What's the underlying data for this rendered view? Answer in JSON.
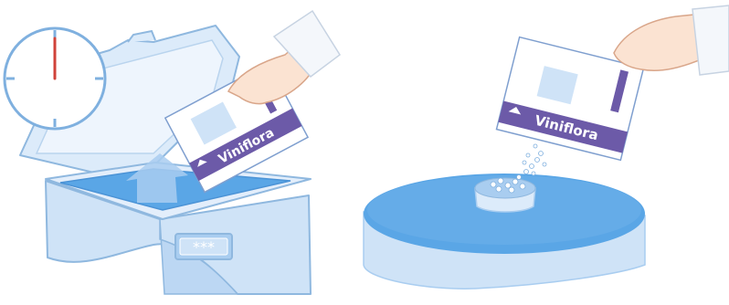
{
  "left_scene": {
    "packet_brand": "Viniflora",
    "box_label": "***",
    "clock": {
      "hand_position": "12 o'clock"
    }
  },
  "right_scene": {
    "packet_brand": "Viniflora"
  },
  "colors": {
    "light_blue": "#cfe3f7",
    "mid_blue": "#a9cdf0",
    "deep_blue": "#5aa6e6",
    "label_purple": "#6c5aa8",
    "clock_hand": "#d0433a",
    "outline": "#8fb8df"
  },
  "icons": [
    "clock-icon",
    "hand-icon",
    "arrow-up-icon",
    "sparkle-icon"
  ]
}
